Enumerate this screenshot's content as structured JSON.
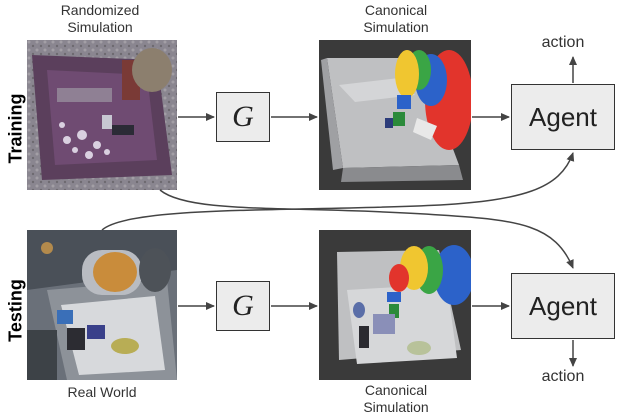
{
  "rows": {
    "training": "Training",
    "testing": "Testing"
  },
  "images": {
    "randomized": "Randomized Simulation",
    "canonical_top": "Canonical Simulation",
    "real": "Real World",
    "canonical_bottom": "Canonical Simulation"
  },
  "generator": {
    "label": "G"
  },
  "agent": {
    "label": "Agent"
  },
  "outputs": {
    "top": "action",
    "bottom": "action"
  }
}
